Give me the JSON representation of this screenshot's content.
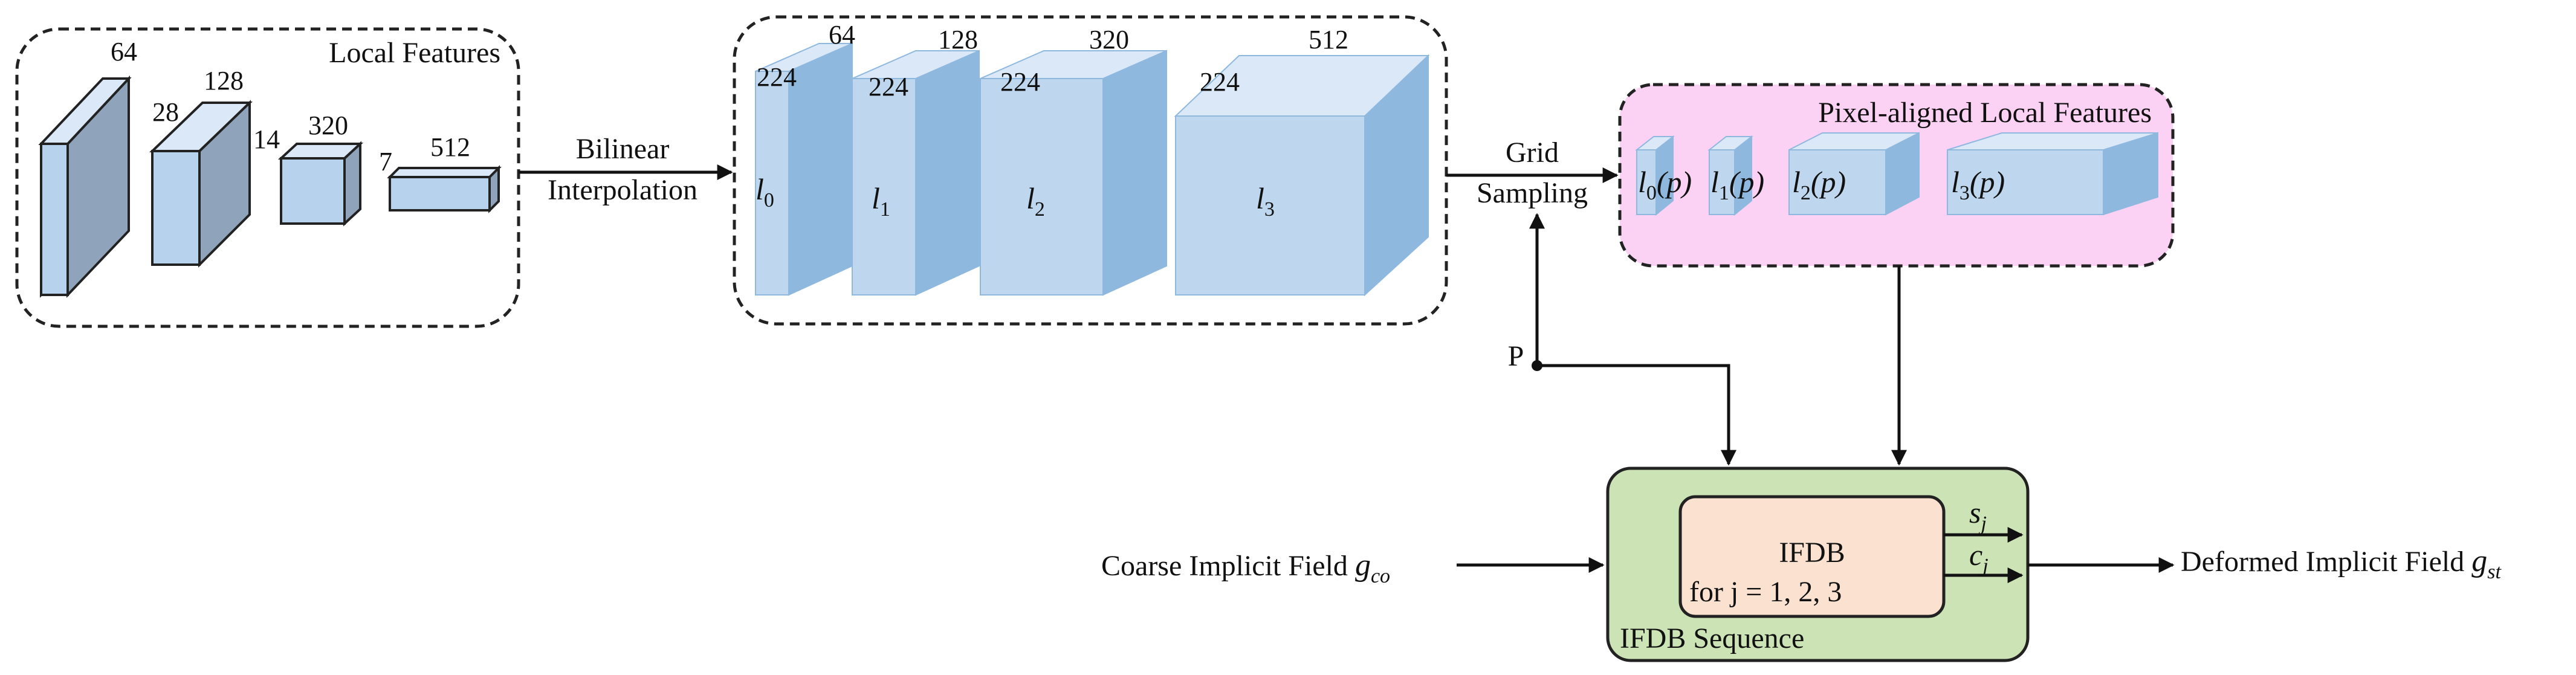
{
  "colors": {
    "cube_front": "#bed7ee",
    "cube_top": "#dae8f7",
    "cube_side": "#8fb8df",
    "dark_front": "#b6d2ec",
    "dark_side": "#8fa4bb",
    "pixel_box_fill": "#fcd2f4",
    "ifdb_seq_fill": "#cce3b5",
    "ifdb_inner_fill": "#fbe1d0",
    "stroke": "#222222"
  },
  "local_features": {
    "title": "Local Features",
    "dims": [
      {
        "channels": "64",
        "size": ""
      },
      {
        "channels": "128",
        "size": "28"
      },
      {
        "channels": "320",
        "size": "14"
      },
      {
        "channels": "512",
        "size": "7"
      }
    ]
  },
  "bilinear": {
    "line1": "Bilinear",
    "line2": "Interpolation"
  },
  "upsampled": {
    "size": "224",
    "layers": [
      {
        "channels": "64",
        "name": "l",
        "sub": "0"
      },
      {
        "channels": "128",
        "name": "l",
        "sub": "1"
      },
      {
        "channels": "320",
        "name": "l",
        "sub": "2"
      },
      {
        "channels": "512",
        "name": "l",
        "sub": "3"
      }
    ]
  },
  "grid": {
    "line1": "Grid",
    "line2": "Sampling"
  },
  "pixel_aligned": {
    "title": "Pixel-aligned  Local Features",
    "items": [
      {
        "name": "l",
        "sub": "0",
        "arg": "(p)"
      },
      {
        "name": "l",
        "sub": "1",
        "arg": "(p)"
      },
      {
        "name": "l",
        "sub": "2",
        "arg": "(p)"
      },
      {
        "name": "l",
        "sub": "3",
        "arg": "(p)"
      }
    ]
  },
  "point_label": "P",
  "coarse": {
    "text": "Coarse Implicit  Field ",
    "sym": "g",
    "sub": "co"
  },
  "ifdb": {
    "title": "IFDB",
    "loop": "for j = 1, 2, 3",
    "seq_label": "IFDB Sequence",
    "out_s": {
      "sym": "s",
      "sub": "j"
    },
    "out_c": {
      "sym": "c",
      "sub": "j"
    }
  },
  "deformed": {
    "text": "Deformed Implicit  Field ",
    "sym": "g",
    "sub": "st"
  }
}
